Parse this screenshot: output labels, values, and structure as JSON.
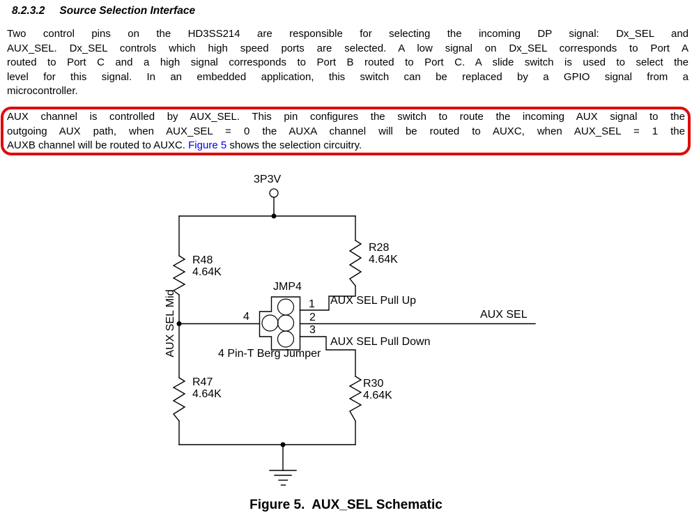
{
  "section": {
    "number": "8.2.3.2",
    "title": "Source Selection Interface"
  },
  "paragraph1": {
    "line1": "Two control pins on the HD3SS214 are responsible for selecting the incoming DP signal: Dx_SEL and",
    "line2": "AUX_SEL. Dx_SEL controls which high speed ports are selected. A low signal on Dx_SEL corresponds to Port A",
    "line3": "routed to Port C and a high signal corresponds to Port B routed to Port C. A slide switch is used to select the",
    "line4": "level for this signal. In an embedded application, this switch can be replaced by a GPIO signal from a",
    "line5": "microcontroller."
  },
  "highlight": {
    "border_color": "#e00b0b",
    "line1": "AUX channel is controlled by AUX_SEL. This pin configures the switch to route the incoming AUX signal to the",
    "line2": "outgoing AUX path, when AUX_SEL = 0 the AUXA channel will be routed to AUXC, when AUX_SEL = 1 the",
    "line3_before": "AUXB channel will be routed to AUXC. ",
    "link": "Figure 5",
    "line3_after": " shows the selection circuitry."
  },
  "schematic": {
    "power_net": "3P3V",
    "r48": {
      "ref": "R48",
      "value": "4.64K"
    },
    "r28": {
      "ref": "R28",
      "value": "4.64K"
    },
    "r47": {
      "ref": "R47",
      "value": "4.64K"
    },
    "r30": {
      "ref": "R30",
      "value": "4.64K"
    },
    "jumper": {
      "ref": "JMP4",
      "desc": "4 Pin-T Berg Jumper",
      "pin1": "1",
      "pin2": "2",
      "pin3": "3",
      "pin4": "4"
    },
    "net_mid": "AUX SEL Mid",
    "net_pull_up": "AUX SEL Pull Up",
    "net_out": "AUX SEL",
    "net_pull_down": "AUX SEL Pull Down"
  },
  "caption": "Figure 5.  AUX_SEL Schematic",
  "colors": {
    "link": "#0000ee",
    "highlight": "#e00b0b"
  }
}
